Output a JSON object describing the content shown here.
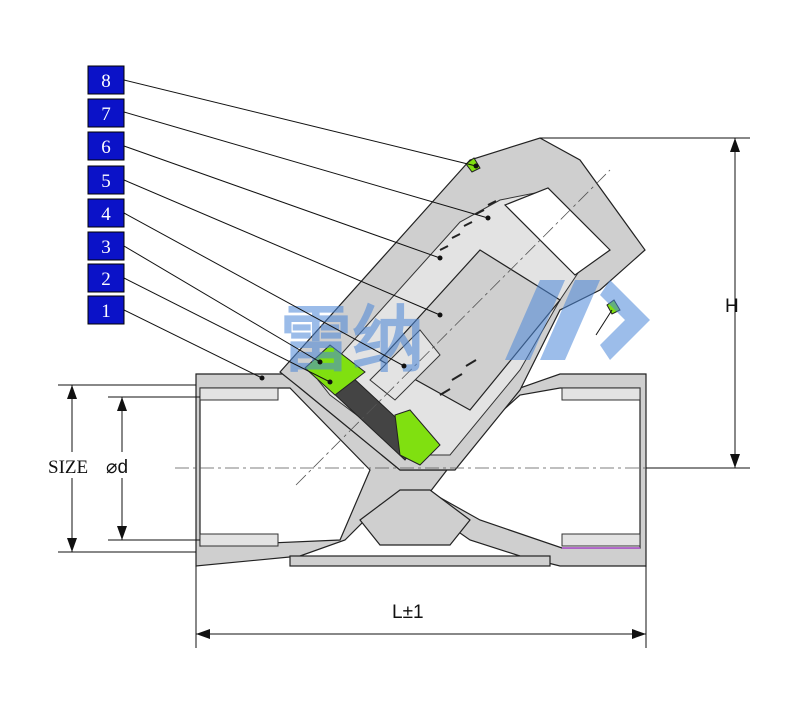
{
  "part_numbers": [
    "1",
    "2",
    "3",
    "4",
    "5",
    "6",
    "7",
    "8"
  ],
  "dimensions": {
    "height_label": "H",
    "size_label": "SIZE",
    "diameter_label": "⌀d",
    "length_label": "L±1"
  },
  "watermark": "雷纳",
  "colors": {
    "part_box": "#0b12c8",
    "seal": "#80e010",
    "body": "#cfcfcf",
    "watermark": "#4a86d8"
  }
}
